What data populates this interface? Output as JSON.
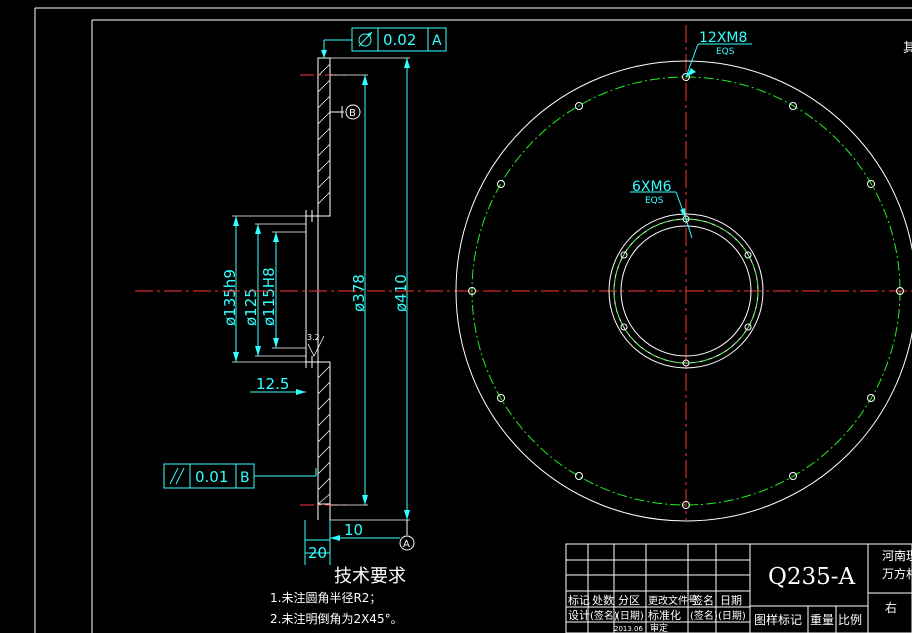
{
  "drawing": {
    "top_right_char": "其",
    "flatness_tolerance": {
      "value": "0.02",
      "datum": "A"
    },
    "parallelism_tolerance": {
      "value": "0.01",
      "datum": "B"
    },
    "datum_b": "B",
    "datum_a": "A",
    "dims": {
      "d135": "ø135h9",
      "d125": "ø125",
      "d115": "ø115H8",
      "d378": "ø378",
      "d410": "ø410",
      "d12_5": "12.5",
      "d10": "10",
      "d20": "20"
    },
    "holes_outer": {
      "label": "12XM8",
      "sub": "EQS"
    },
    "holes_inner": {
      "label": "6XM6",
      "sub": "EQS"
    },
    "roughness": "3.2",
    "tech_title": "技术要求",
    "tech_notes": [
      "1.未注圆角半径R2；",
      "2.未注明倒角为2X45°。"
    ]
  },
  "title_block": {
    "material": "Q235-A",
    "org_line1": "河南理",
    "org_line2": "万方村",
    "row1": [
      "标记",
      "处数",
      "分区",
      "更改文件号",
      "签名",
      "日期"
    ],
    "row2": [
      "设计",
      "(签名)",
      "(日期)",
      "标准化",
      "(签名)",
      "(日期)"
    ],
    "stage_label": "图样标记",
    "weight_label": "重量",
    "scale_label": "比例",
    "right_char": "右",
    "date_small": "2013.06",
    "approve": "审定"
  }
}
